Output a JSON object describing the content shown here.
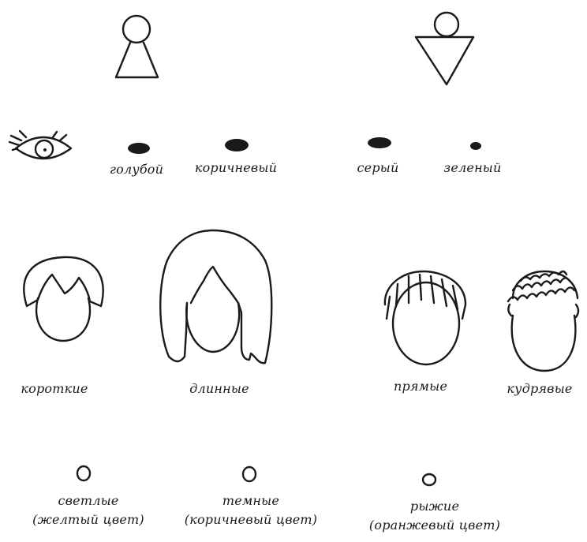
{
  "eye_colors": [
    "голубой",
    "коричневый",
    "серый",
    "зеленый"
  ],
  "hair_length": [
    "короткие",
    "длинные"
  ],
  "hair_type": [
    "прямые",
    "кудрявые"
  ],
  "hair_colors": [
    {
      "name": "светлые",
      "note": "(желтый цвет)"
    },
    {
      "name": "темные",
      "note": "(коричневый цвет)"
    },
    {
      "name": "рыжие",
      "note": "(оранжевый цвет)"
    }
  ]
}
